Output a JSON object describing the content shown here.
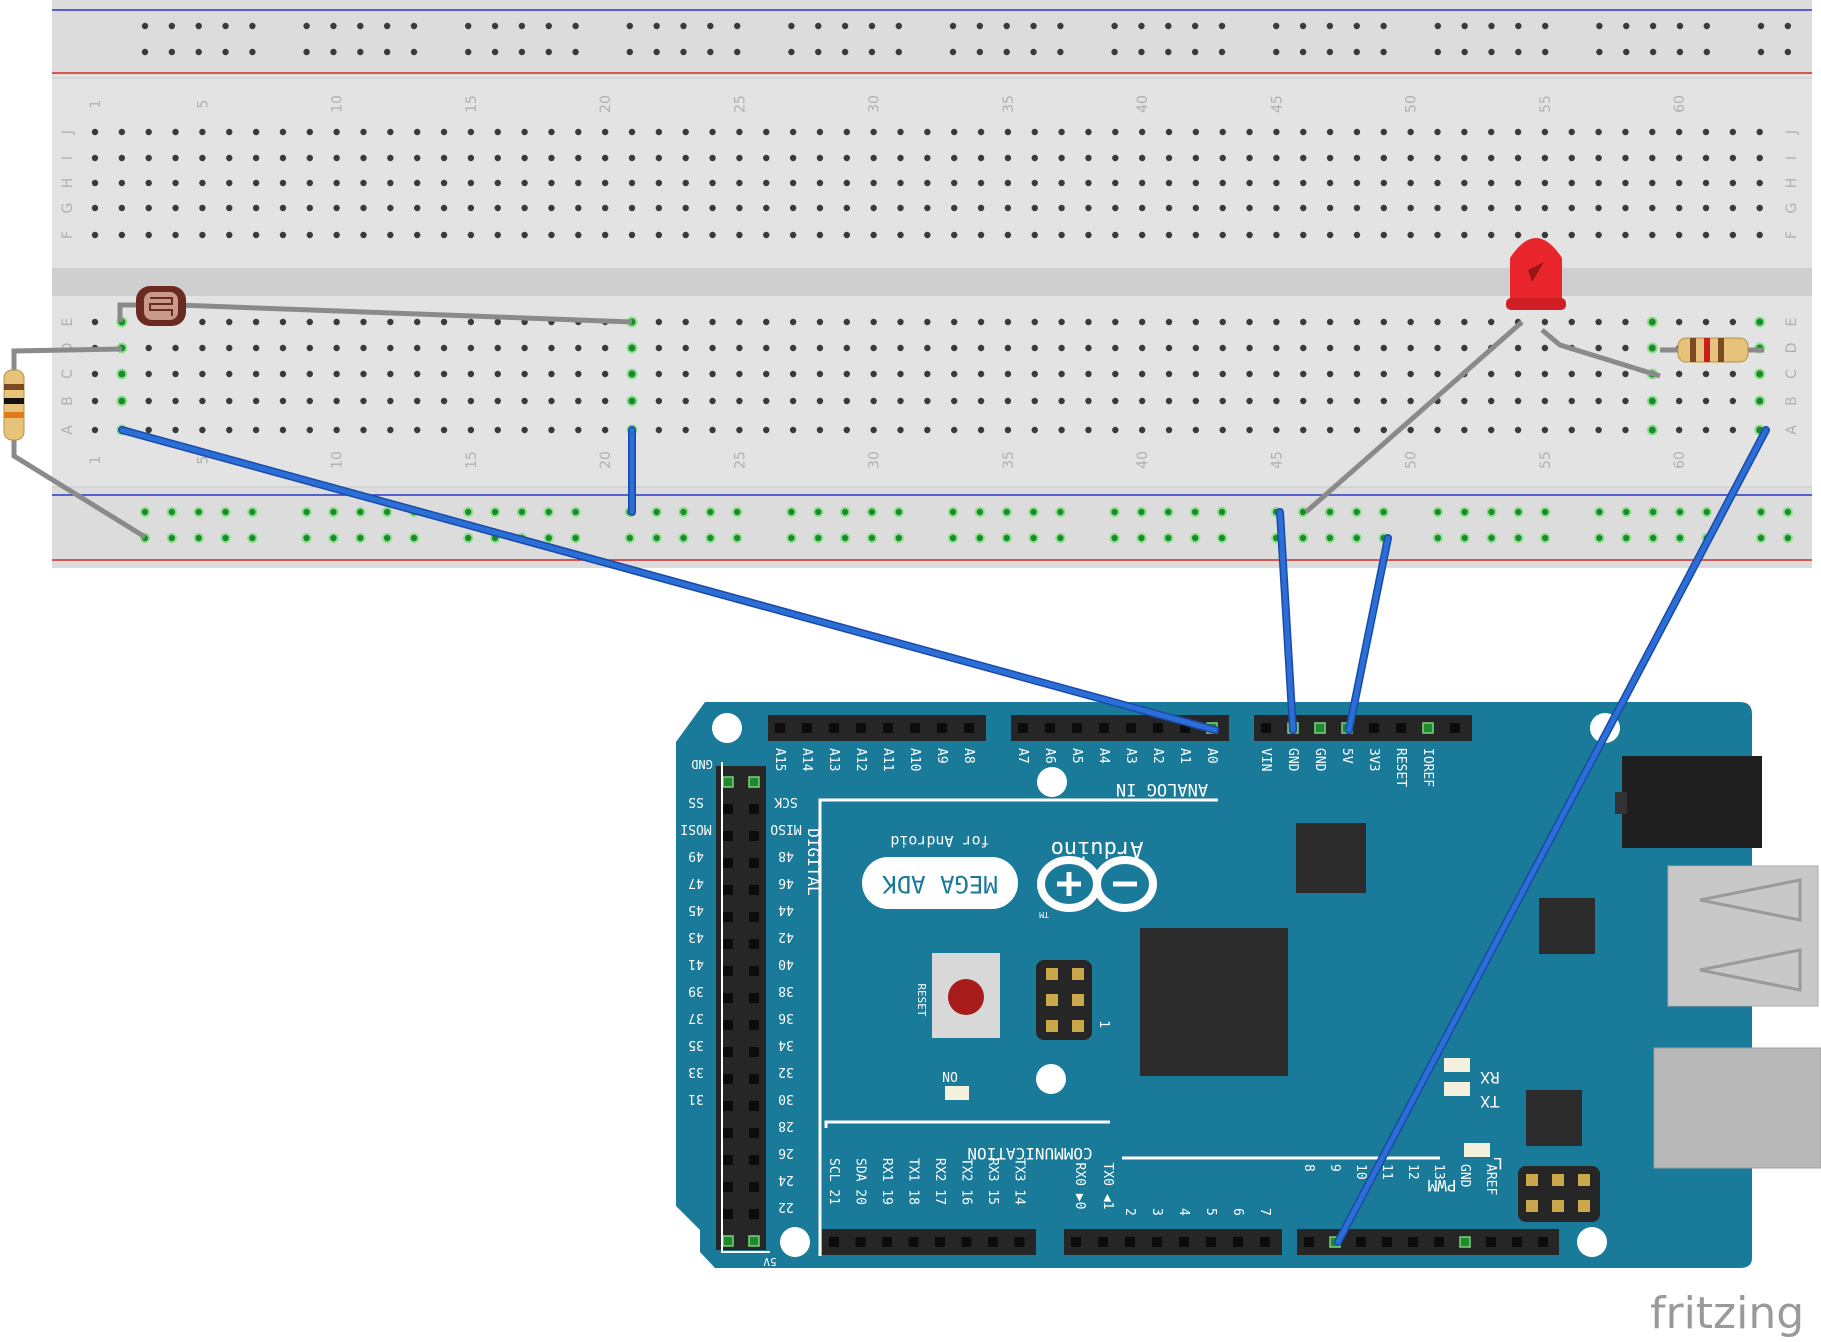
{
  "breadboard": {
    "column_numbers": [
      "1",
      "5",
      "10",
      "15",
      "20",
      "25",
      "30",
      "35",
      "40",
      "45",
      "50",
      "55",
      "60"
    ],
    "top_row_letters": [
      "J",
      "I",
      "H",
      "G",
      "F"
    ],
    "bottom_row_letters": [
      "E",
      "D",
      "C",
      "B",
      "A"
    ]
  },
  "arduino": {
    "analog_labels": [
      "A15",
      "A14",
      "A13",
      "A12",
      "A11",
      "A10",
      "A9",
      "A8"
    ],
    "analog_labels_2": [
      "A7",
      "A6",
      "A5",
      "A4",
      "A3",
      "A2",
      "A1",
      "A0"
    ],
    "power_labels": [
      "VIN",
      "GND",
      "GND",
      "5V",
      "3V3",
      "RESET",
      "IOREF"
    ],
    "analog_in": "ANALOG IN",
    "digital": "DIGITAL",
    "brand": "Arduino",
    "tm": "TM",
    "model": "MEGA ADK",
    "subtitle": "for Android",
    "reset": "RESET",
    "on": "ON",
    "rx": "RX",
    "tx": "TX",
    "l": "L",
    "communication": "COMMUNICATION",
    "pwm": "PWM",
    "comm_labels": [
      "SCL 21",
      "SDA 20",
      "RX1 19",
      "TX1 18",
      "RX2 17",
      "TX2 16",
      "RX3 15",
      "TX3 14"
    ],
    "rx0": "RX0 ▶0",
    "tx0": "TX0 ◀1",
    "pwm_labels": [
      "2",
      "3",
      "4",
      "5",
      "6",
      "7"
    ],
    "pwm_labels_2": [
      "8",
      "9",
      "10",
      "11",
      "12",
      "13",
      "GND",
      "AREF"
    ],
    "left_header_top": "GND",
    "left_header_bottom": "5V",
    "left_labels": [
      "SS",
      "MOSI",
      "49",
      "47",
      "45",
      "43",
      "41",
      "39",
      "37",
      "35",
      "33",
      "31"
    ],
    "right_labels": [
      "SCK",
      "MISO",
      "48",
      "46",
      "44",
      "42",
      "40",
      "38",
      "36",
      "34",
      "32",
      "30",
      "28",
      "26",
      "24",
      "22"
    ],
    "icsp_label": "1"
  },
  "watermark": "fritzing",
  "colors": {
    "board": "#1a7a99",
    "breadboard": "#dcdcdc",
    "wire_blue": "#2b6fd6",
    "lead_gray": "#8a8a8a",
    "led_red": "#e8262b",
    "rail_red": "#d42a2a",
    "rail_blue": "#2a36c8"
  }
}
